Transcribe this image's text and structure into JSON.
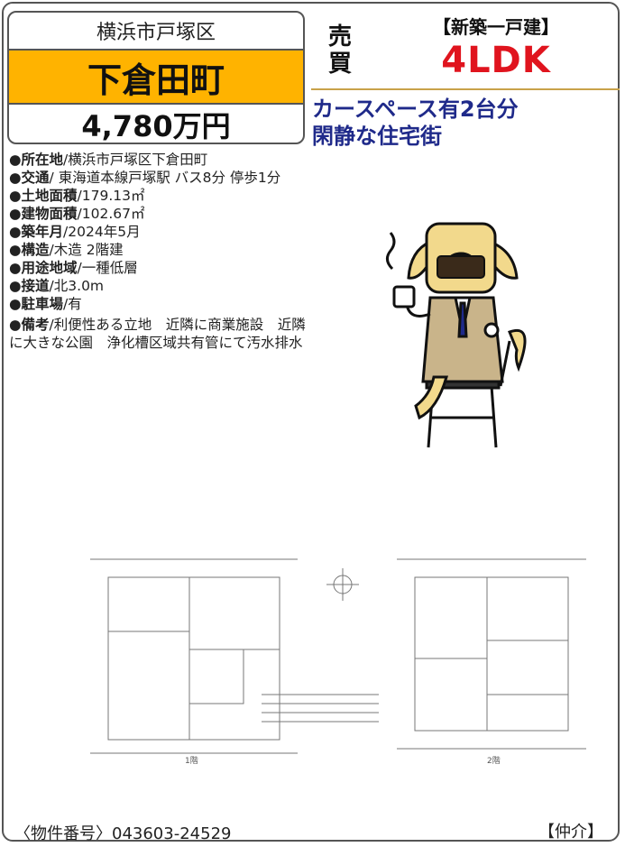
{
  "header": {
    "ward": "横浜市戸塚区",
    "town": "下倉田町",
    "price": "4,780万円",
    "sale_type": "売買",
    "property_type": "【新築一戸建】",
    "layout": "4LDK",
    "catchcopy_line1": "カースペース有2台分",
    "catchcopy_line2": "閑静な住宅街"
  },
  "details": [
    {
      "label": "所在地",
      "value": "横浜市戸塚区下倉田町"
    },
    {
      "label": "交通",
      "value": " 東海道本線戸塚駅 バス8分 停歩1分"
    },
    {
      "label": "土地面積",
      "value": "179.13㎡"
    },
    {
      "label": "建物面積",
      "value": "102.67㎡"
    },
    {
      "label": "築年月",
      "value": "2024年5月"
    },
    {
      "label": "構造",
      "value": "木造 2階建"
    },
    {
      "label": "用途地域",
      "value": "一種低層"
    },
    {
      "label": "接道",
      "value": "北3.0m"
    },
    {
      "label": "駐車場",
      "value": "有"
    },
    {
      "label": "備考",
      "value": "利便性ある立地　近隣に商業施設　近隣に大きな公園　浄化槽区域共有管にて汚水排水"
    }
  ],
  "floor_plan": {
    "floor1_label": "1階",
    "floor2_label": "2階"
  },
  "footer": {
    "property_number": "〈物件番号〉043603-24529",
    "transaction_kind": "【仲介】"
  },
  "colors": {
    "town_band": "#ffb300",
    "layout_text": "#e0141e",
    "catchcopy_text": "#1f2a8a",
    "divider": "#c8a24a"
  }
}
